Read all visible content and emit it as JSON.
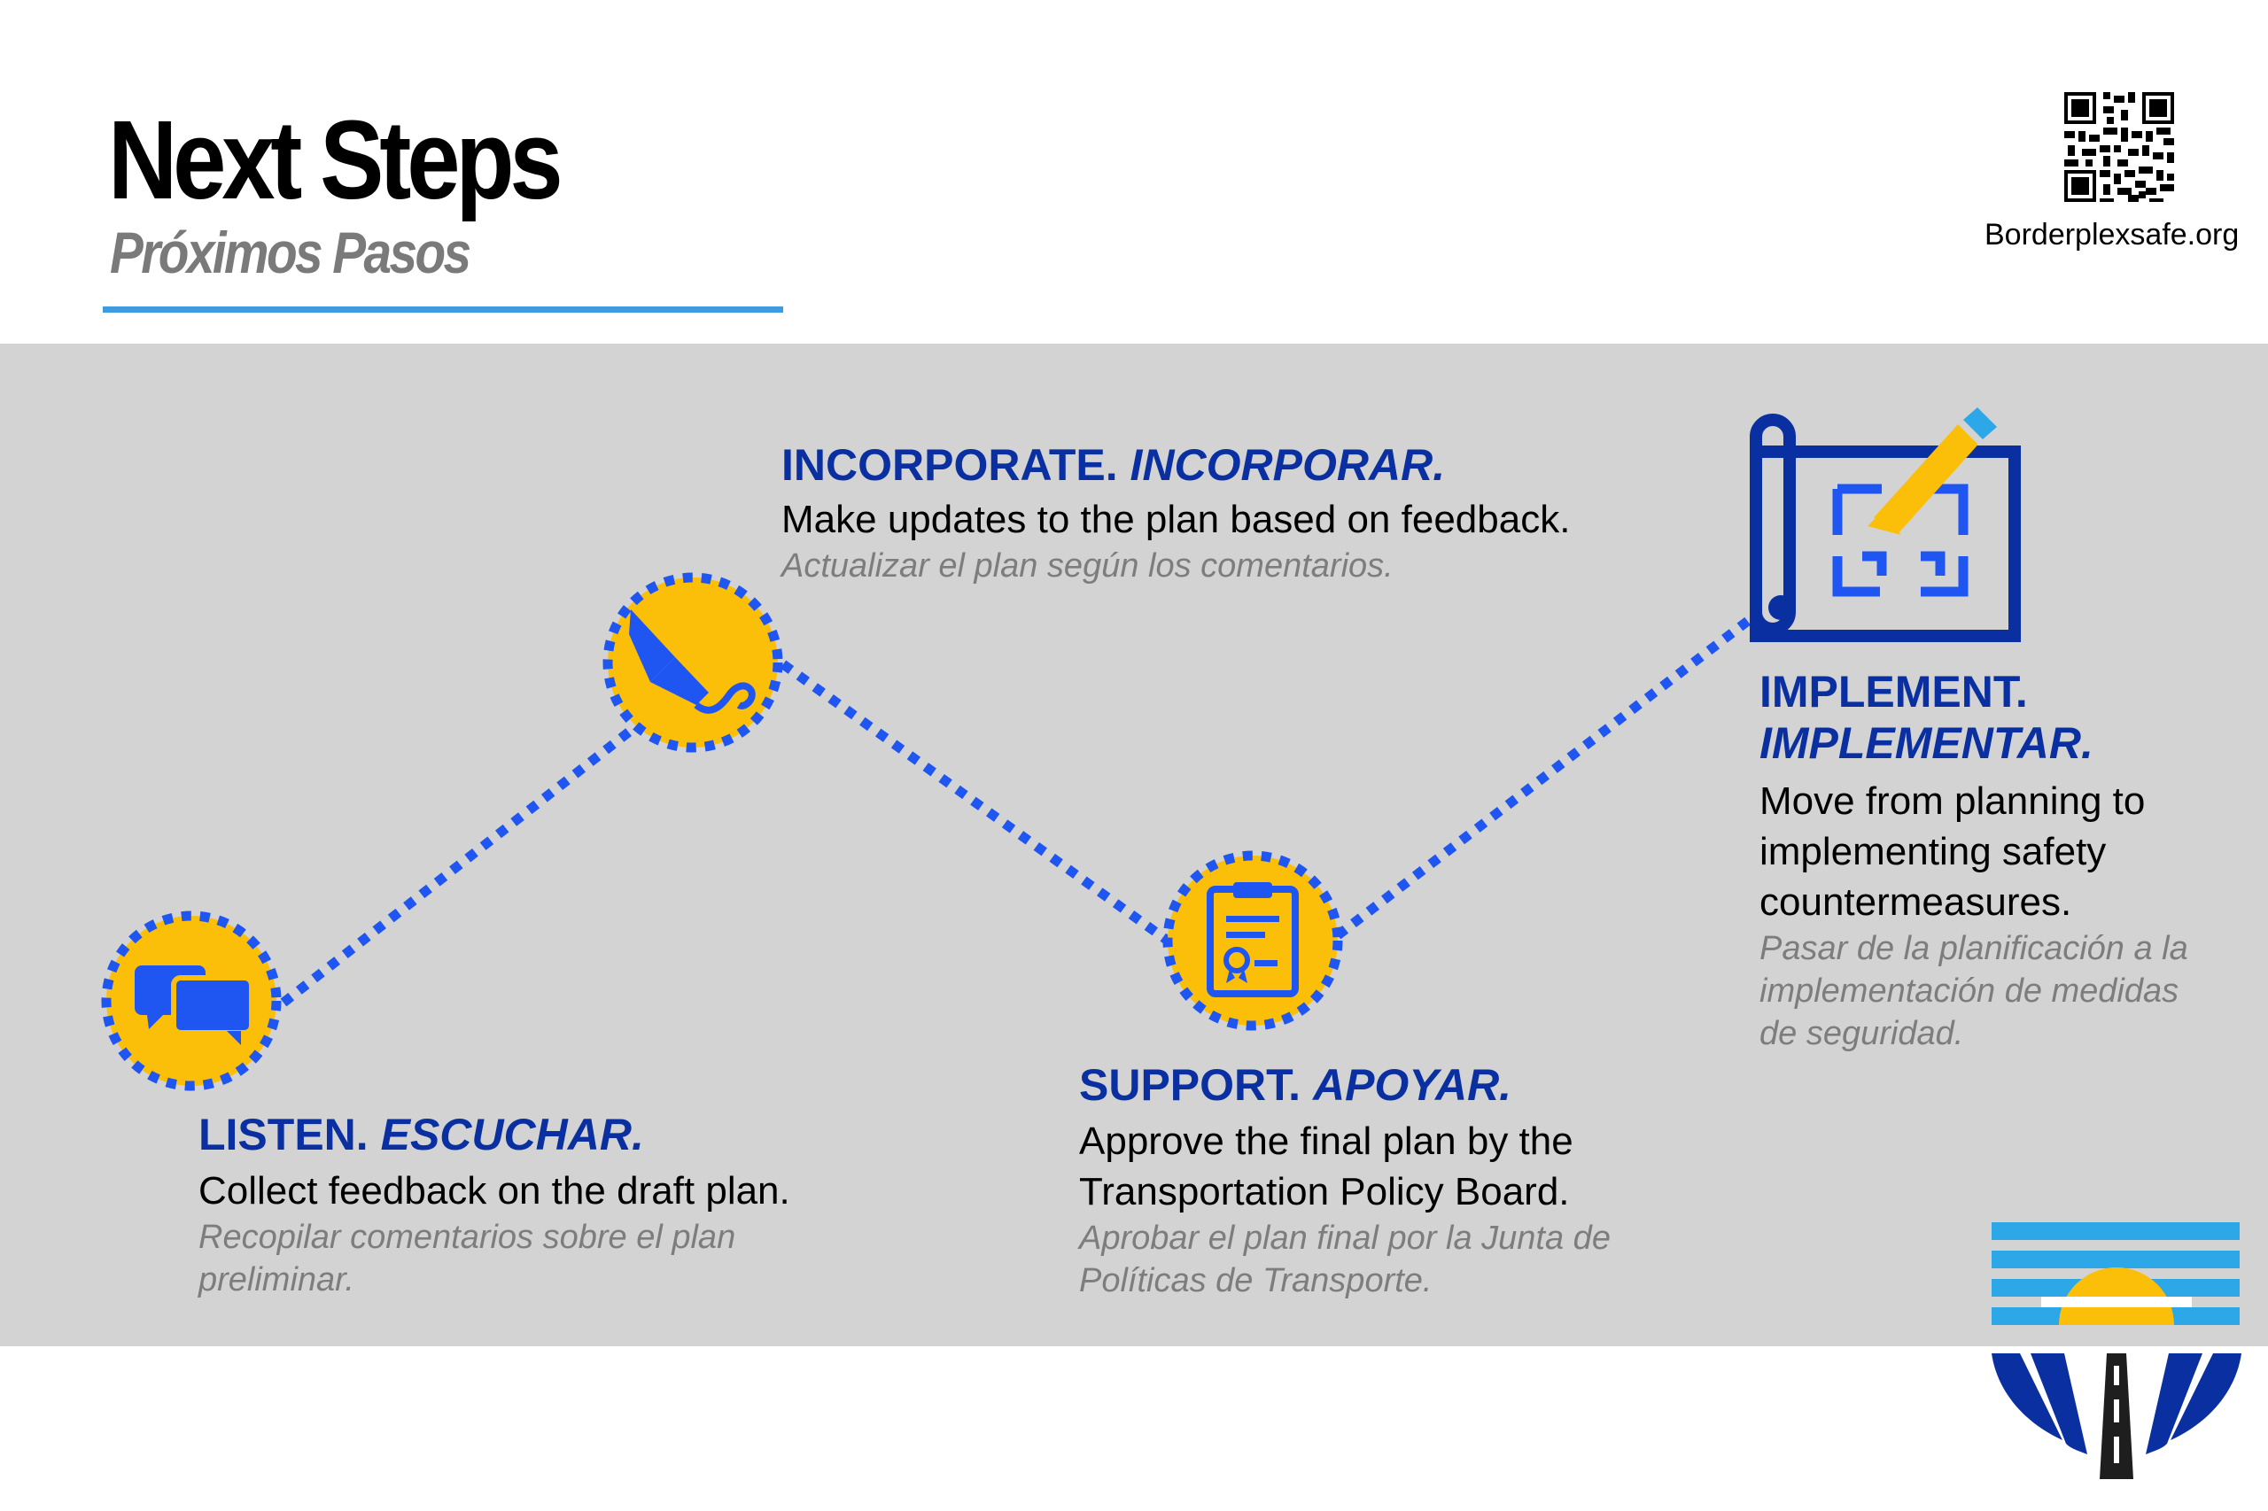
{
  "header": {
    "title": "Next Steps",
    "subtitle": "Próximos Pasos",
    "website": "Borderplexsafe.org"
  },
  "colors": {
    "band": "#d3d3d3",
    "heading_blue": "#0a2fa0",
    "route_blue": "#1f55f0",
    "node_yellow": "#fbbf0a",
    "rule_blue": "#3f9be0"
  },
  "steps": [
    {
      "heading_en": "LISTEN.",
      "heading_es": "ESCUCHAR.",
      "body_en": "Collect feedback on the draft plan.",
      "body_es": "Recopilar comentarios sobre el plan preliminar.",
      "icon": "chat-bubbles-icon"
    },
    {
      "heading_en": "INCORPORATE.",
      "heading_es": "INCORPORAR.",
      "body_en": "Make updates to the plan based on feedback.",
      "body_es": "Actualizar el plan según los comentarios.",
      "icon": "fountain-pen-icon"
    },
    {
      "heading_en": "SUPPORT.",
      "heading_es": "APOYAR.",
      "body_en": "Approve the final plan by the Transportation Policy Board.",
      "body_es": "Aprobar el plan final por la Junta de Políticas de Transporte.",
      "icon": "certified-clipboard-icon"
    },
    {
      "heading_en": "IMPLEMENT.",
      "heading_es": "IMPLEMENTAR.",
      "body_en": "Move from planning to implementing safety countermeasures.",
      "body_es": "Pasar de la planificación a la implementación de medidas de seguridad.",
      "icon": "blueprint-pencil-icon"
    }
  ],
  "logo": "sunrise-road-logo"
}
